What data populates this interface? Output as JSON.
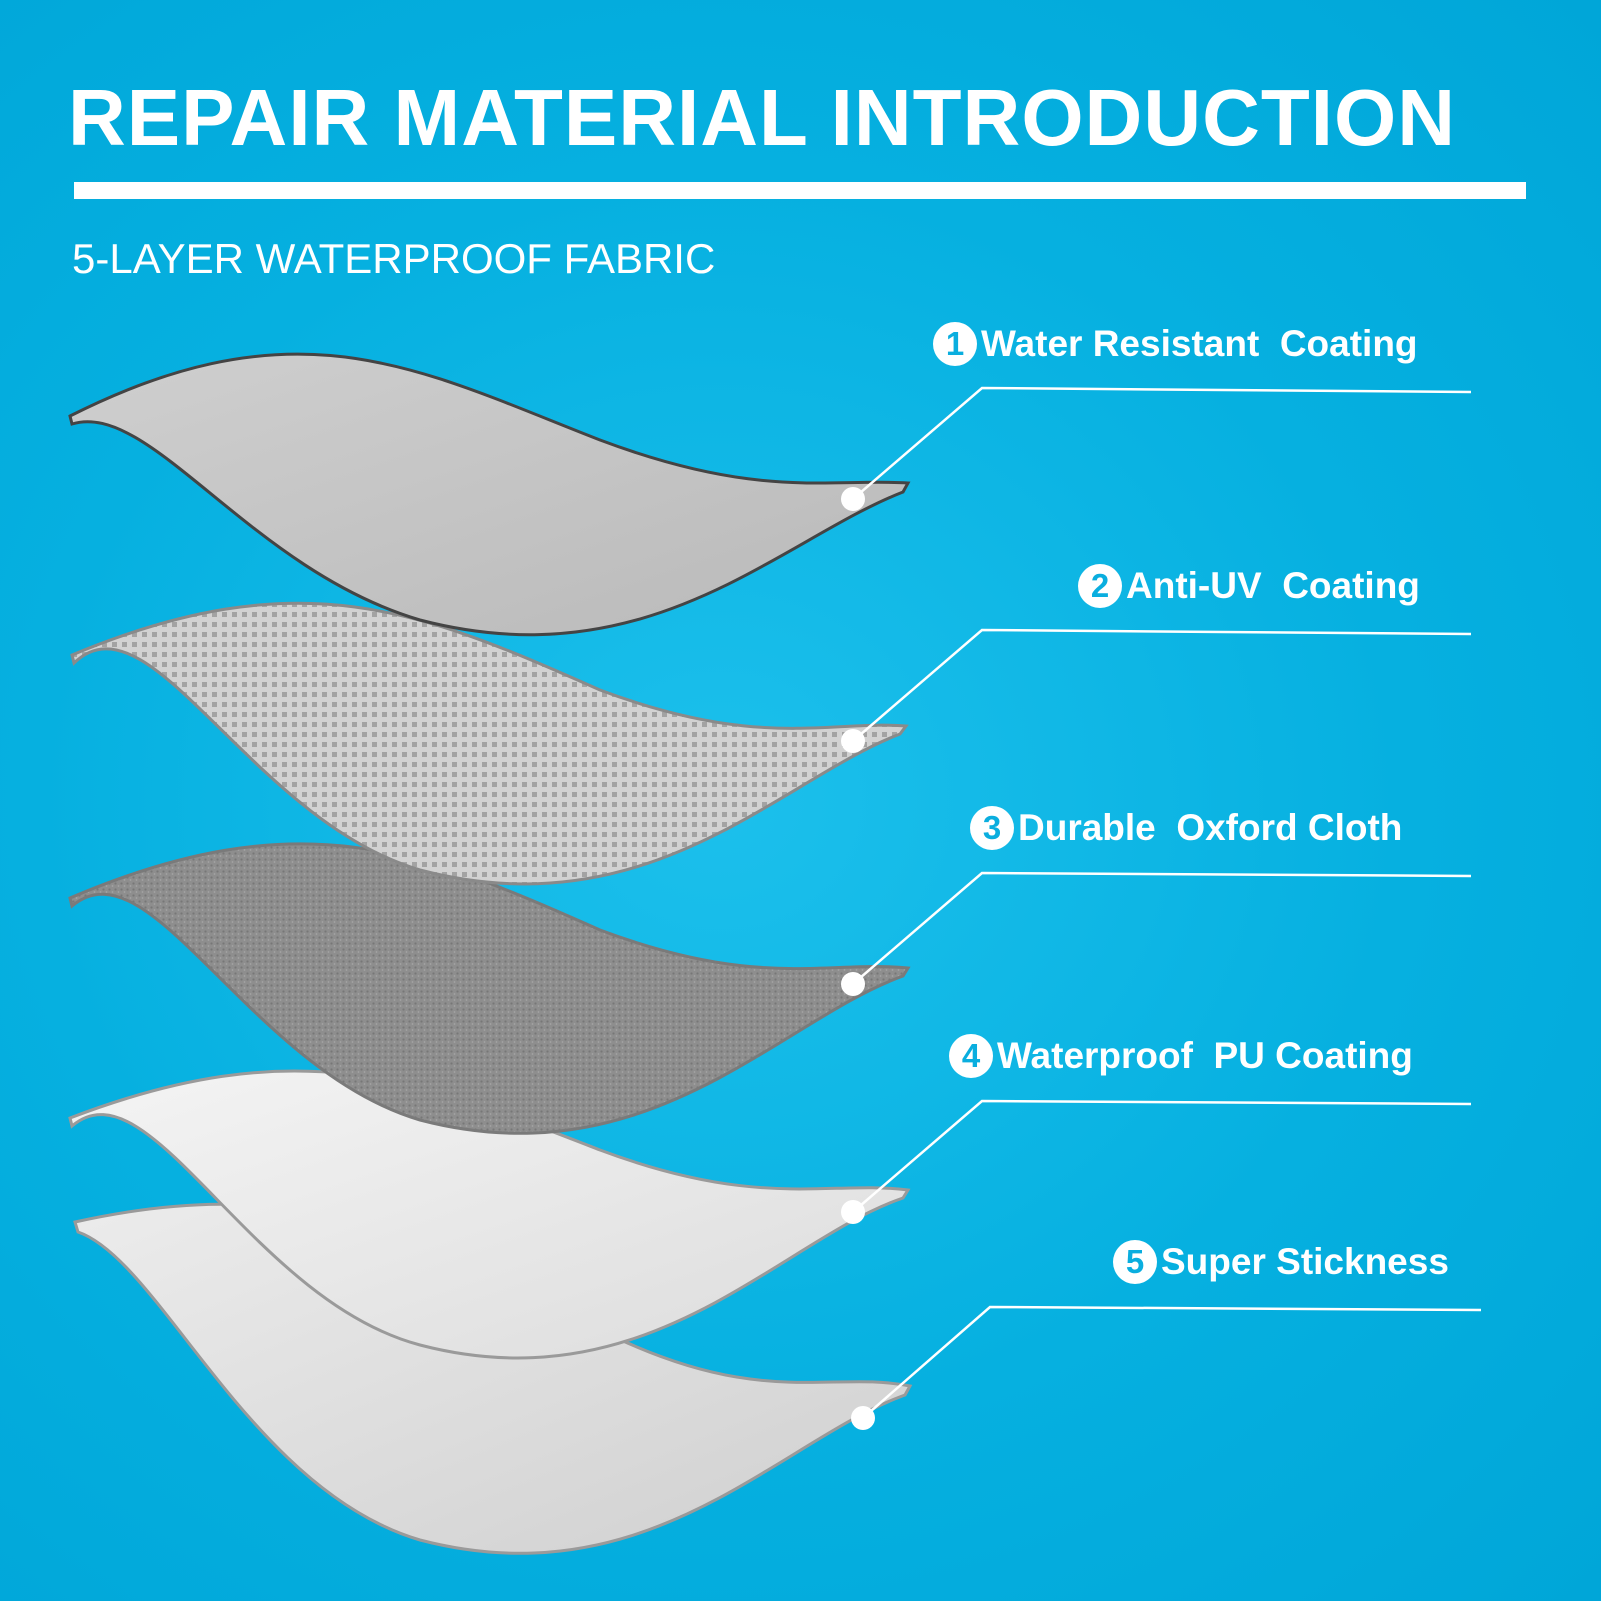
{
  "title": "REPAIR MATERIAL INTRODUCTION",
  "subtitle": "5-LAYER WATERPROOF FABRIC",
  "colors": {
    "background": "#0db3e2",
    "text": "#ffffff"
  },
  "layers": [
    {
      "number": "1",
      "label": "Water Resistant  Coating"
    },
    {
      "number": "2",
      "label": "Anti-UV  Coating"
    },
    {
      "number": "3",
      "label": "Durable  Oxford Cloth"
    },
    {
      "number": "4",
      "label": "Waterproof  PU Coating"
    },
    {
      "number": "5",
      "label": "Super Stickness"
    }
  ]
}
